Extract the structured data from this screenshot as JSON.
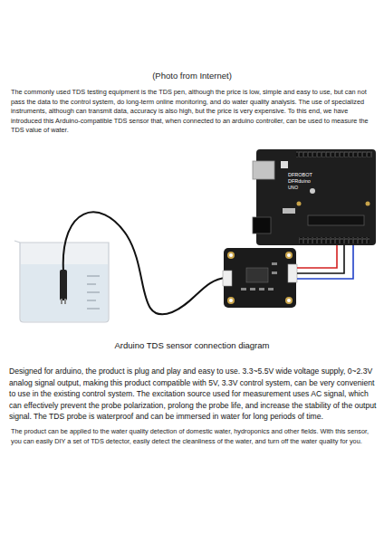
{
  "diagram": {
    "caption": "Arduino TDS sensor connection diagram",
    "labels": [
      "(Photo from Internet)",
      "The commonly used TDS testing equipment is the TDS pen, although the price is low, simple and easy to use, but can not pass the data to the control system, do long-term online monitoring, and do water quality analysis. The use of specialized instruments, although can transmit data, accuracy is also high, but the price is very expensive. To this end, we have introduced this Arduino-compatible TDS sensor that, when connected to an arduino controller, can be used to measure the TDS value of water.",
      "DFROBOT",
      "DFRduino",
      "UNO",
      "Designed for arduino, the product is plug and play and easy to use. 3.3~5.5V wide voltage supply, 0~2.3V analog signal output, making this product compatible with 5V, 3.3V control system, can be very convenient to use in the existing control system. The excitation source used for measurement uses AC signal, which can effectively prevent the probe polarization, prolong the probe life, and increase the stability of the output signal. The TDS probe is waterproof and can be immersed in water for long periods of time.",
      "The product can be applied to the water quality detection of domestic water, hydroponics and other fields. With this sensor, you can easily DIY a set of TDS detector, easily detect the cleanliness of the water, and turn off the water quality for you."
    ]
  }
}
